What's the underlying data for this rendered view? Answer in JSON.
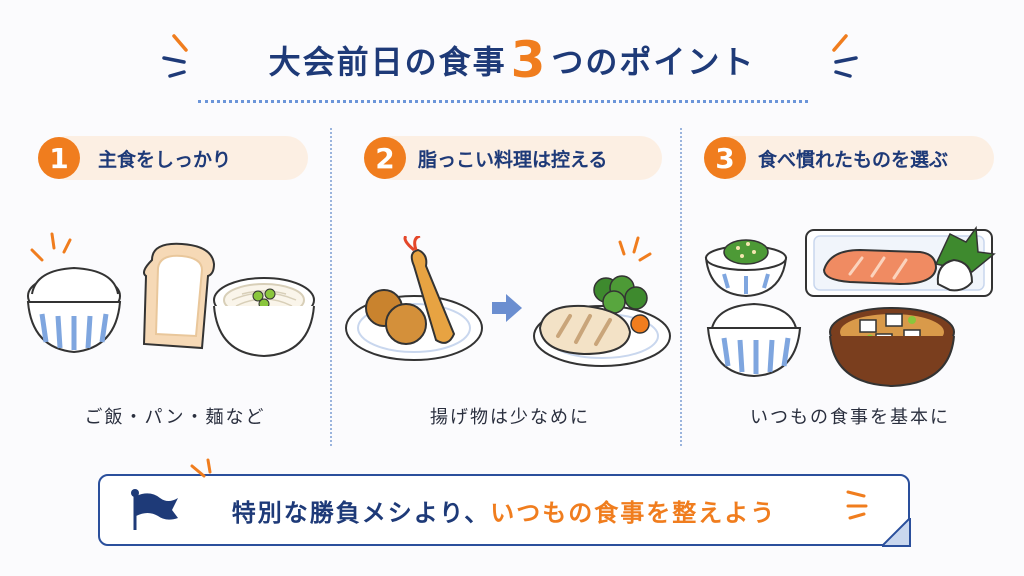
{
  "title": {
    "prefix": "大会前日の食事",
    "number": "3",
    "suffix": "つのポイント"
  },
  "points": [
    {
      "number": "1",
      "label": "主食をしっかり",
      "caption": "ご飯・パン・麺など"
    },
    {
      "number": "2",
      "label": "脂っこい料理は控える",
      "caption": "揚げ物は少なめに"
    },
    {
      "number": "3",
      "label": "食べ慣れたものを選ぶ",
      "caption": "いつもの食事を基本に"
    }
  ],
  "banner": {
    "text_main": "特別な勝負メシより、",
    "text_highlight": "いつもの食事を整えよう"
  },
  "colors": {
    "navy": "#1e3a78",
    "orange": "#f07d1e",
    "badge_bg": "#fcefe3",
    "bowl_stripe": "#7fa6df"
  },
  "icons": [
    "spark-icon",
    "flag-icon",
    "arrow-right-icon"
  ]
}
